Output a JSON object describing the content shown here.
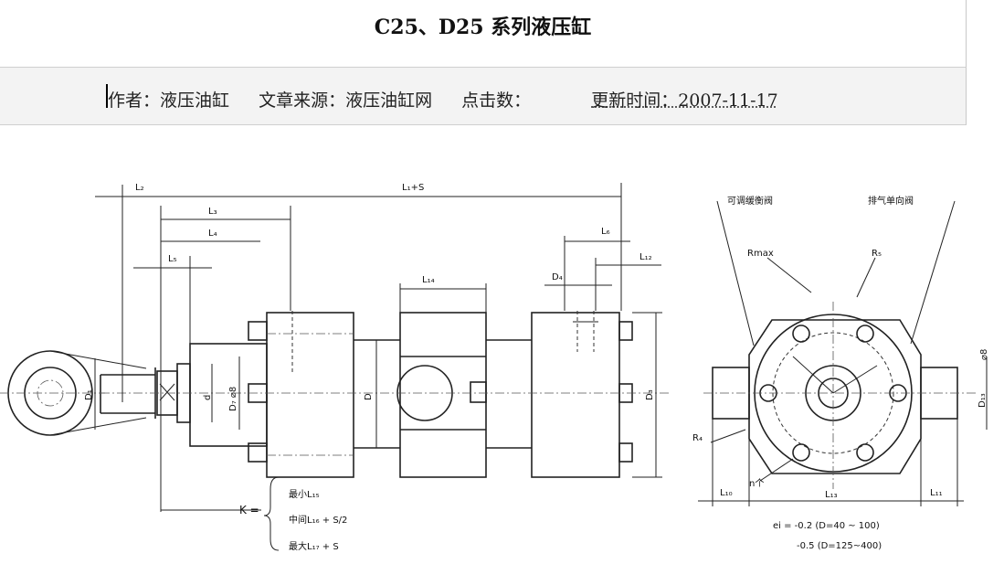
{
  "header": {
    "title": "C25、D25 系列液压缸"
  },
  "meta": {
    "author": "作者：液压油缸",
    "source": "文章来源：液压油缸网",
    "clicks": "点击数：",
    "updated": "更新时间：2007-11-17"
  },
  "drawing": {
    "labels": {
      "l2": "L₂",
      "l1s": "L₁+S",
      "l3": "L₃",
      "l4": "L₄",
      "l5": "L₅",
      "l14": "L₁₄",
      "l6": "L₆",
      "l12": "L₁₂",
      "d4": "D₄",
      "d": "d",
      "d7": "D₇ ⌀8",
      "D": "D",
      "d3": "D₃",
      "k": "K =",
      "kmin": "最小L₁₅",
      "kmid": "中间L₁₆ + S/2",
      "kmax": "最大L₁₇ + S",
      "buffer_valve": "可调缓衡阀",
      "check_valve": "排气单向阀",
      "rmax": "Rmax",
      "r5": "R₅",
      "r4": "R₄",
      "n": "n个",
      "l10": "L₁₀",
      "l13": "L₁₃",
      "l11": "L₁₁",
      "d13": "D₁₃",
      "phi8": "⌀8",
      "ei1": "ei = -0.2 (D=40 ~ 100)",
      "ei2": "-0.5 (D=125~400)",
      "d1": "D₁"
    }
  }
}
